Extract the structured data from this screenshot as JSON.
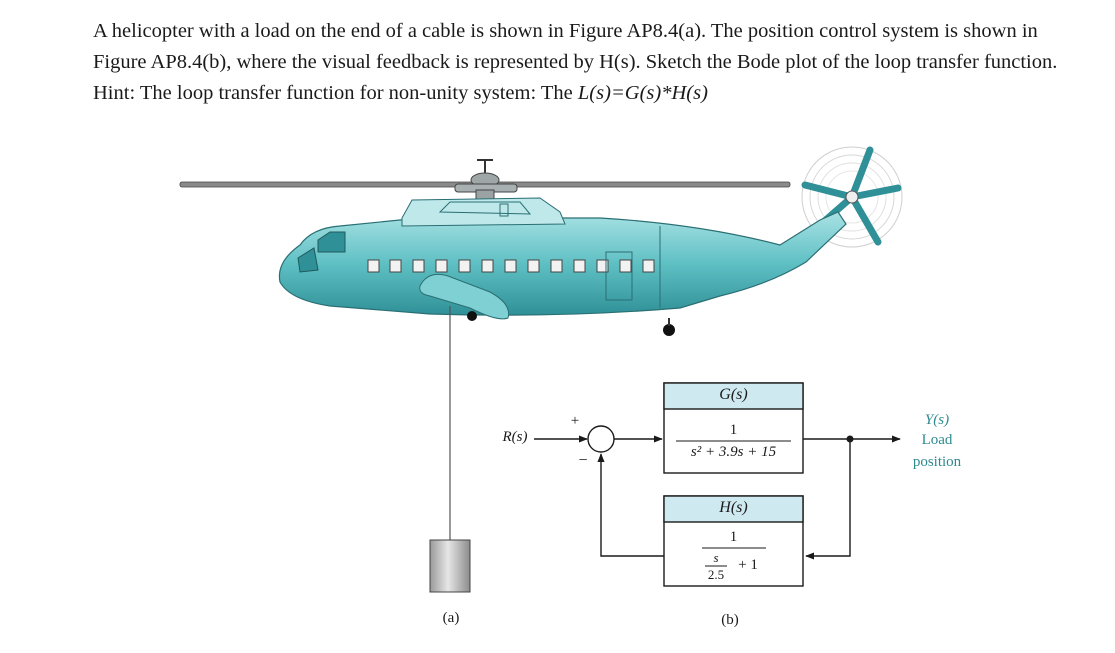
{
  "problem": {
    "statement": "A helicopter with a load on the end of a cable is shown in Figure AP8.4(a). The position control system is shown in Figure AP8.4(b), where the visual feedback is represented by H(s). Sketch the Bode plot of the loop transfer function.",
    "hint_prefix": "Hint: The loop transfer function for non-unity system: The ",
    "hint_expr": "L(s)=G(s)*H(s)"
  },
  "figure_a": {
    "label": "(a)"
  },
  "figure_b": {
    "label": "(b)",
    "input": "R(s)",
    "sum_plus": "+",
    "sum_minus": "−",
    "output_symbol": "Y(s)",
    "output_line1": "Load",
    "output_line2": "position",
    "g_block": {
      "title": "G(s)",
      "numerator": "1",
      "denominator": "s² + 3.9s + 15"
    },
    "h_block": {
      "title": "H(s)",
      "numerator": "1",
      "den_frac_num": "s",
      "den_frac_den": "2.5",
      "den_rest": "+ 1"
    }
  },
  "colors": {
    "fuselage": "#5fc0c4",
    "fuselage_dark": "#2f9097",
    "block_header": "#cfe9f1",
    "output_text": "#2e8a8f",
    "load": "#c9c9c9"
  }
}
